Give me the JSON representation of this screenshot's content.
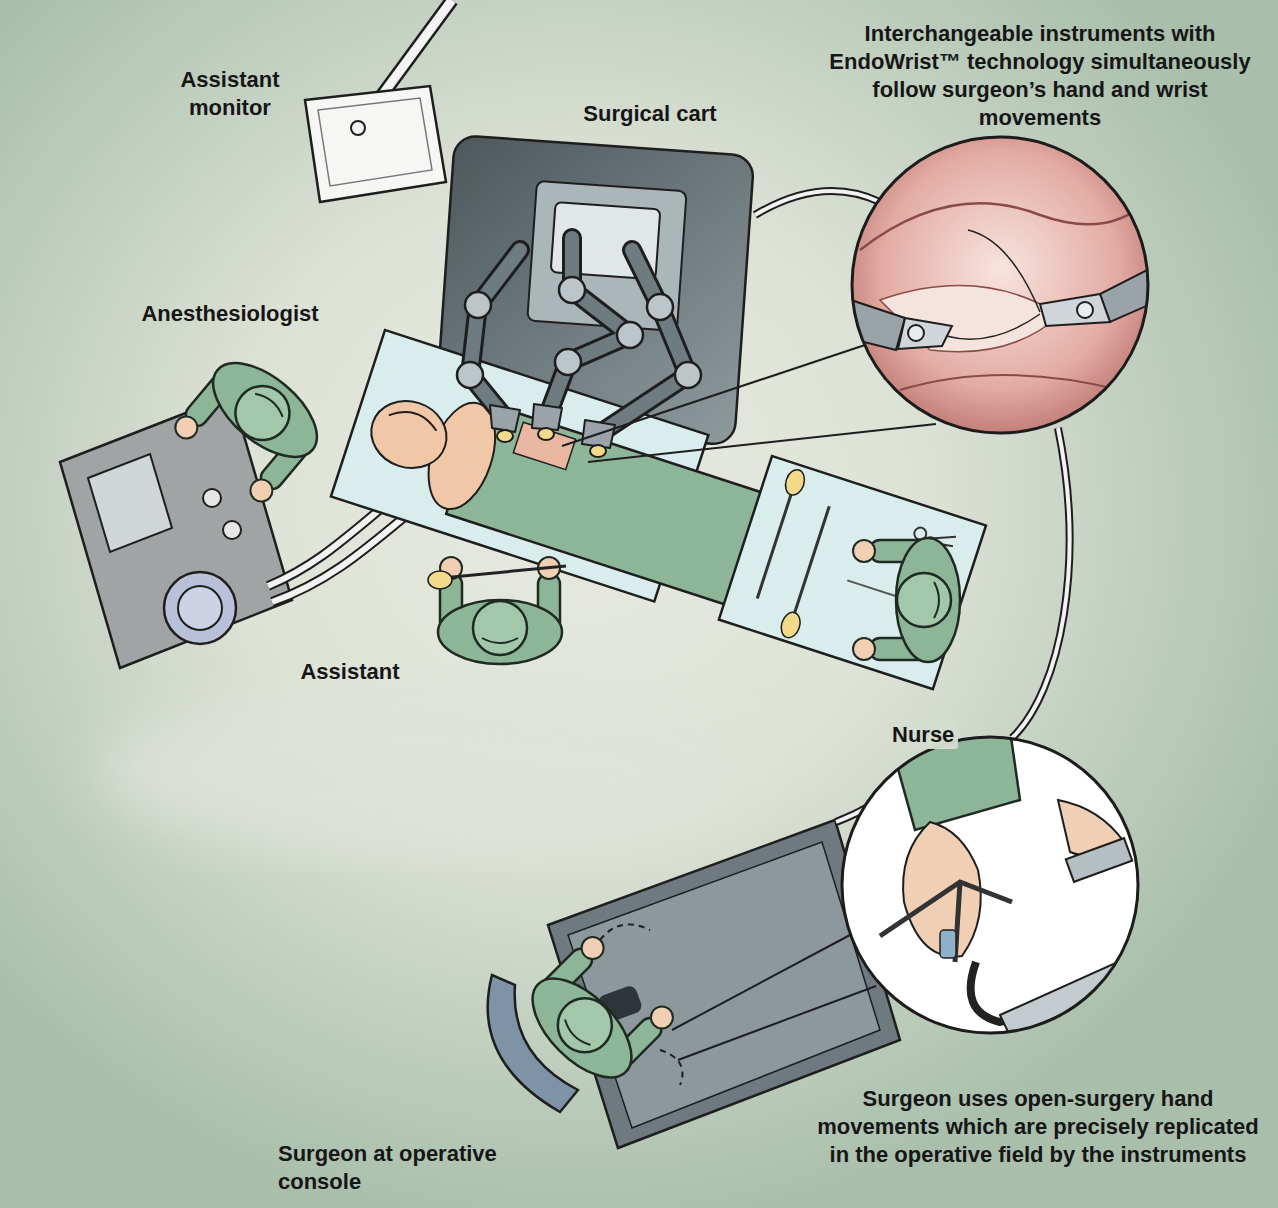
{
  "diagram": {
    "labels": [
      "Assistant monitor",
      "Surgical cart",
      "Interchangeable instruments with EndoWrist™ technology simultaneously follow surgeon’s hand and wrist movements",
      "Anesthesiologist",
      "Assistant",
      "Nurse",
      "Surgeon at operative console",
      "Surgeon uses open-surgery hand movements which are precisely replicated in the operative field by the instruments"
    ]
  }
}
